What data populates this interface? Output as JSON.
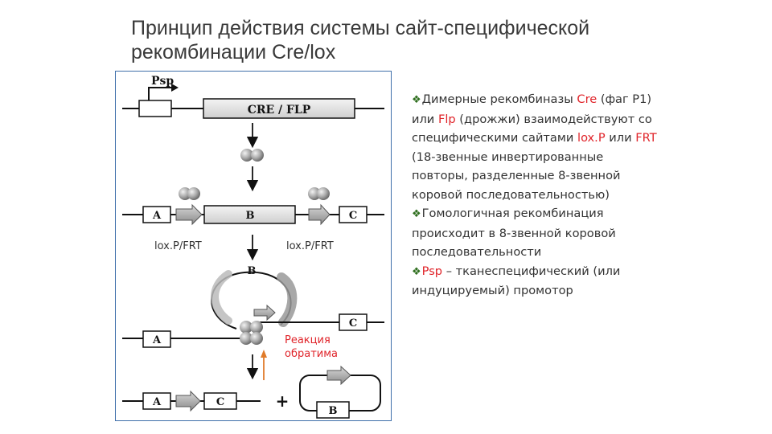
{
  "title": "Принцип действия системы сайт-специфической рекомбинации Cre/lox",
  "figure": {
    "promoter": "Psp",
    "gene": "CRE / FLP",
    "seg_a": "A",
    "seg_b": "B",
    "seg_c": "C",
    "site_left": "lox.P/FRT",
    "site_right": "lox.P/FRT",
    "reversible_1": "Реакция",
    "reversible_2": "обратима",
    "plus": "+"
  },
  "bullets": [
    {
      "marker": "❖",
      "parts": [
        {
          "t": "Димерные рекомбиназы "
        },
        {
          "t": "Cre",
          "hl": true
        },
        {
          "t": " (фаг Р1) или "
        },
        {
          "t": "Flp",
          "hl": true
        },
        {
          "t": " (дрожжи) взаимодействуют со специфическими сайтами "
        },
        {
          "t": "lox.P",
          "hl": true
        },
        {
          "t": " или "
        },
        {
          "t": "FRT",
          "hl": true
        },
        {
          "t": " (18-звенные инвертированные повторы, разделенные 8-звенной коровой последовательностью)"
        }
      ]
    },
    {
      "marker": "❖",
      "parts": [
        {
          "t": "Гомологичная рекомбинация происходит в 8-звенной коровой последовательности"
        }
      ]
    },
    {
      "marker": "❖",
      "parts": [
        {
          "t": "Psp",
          "hl": true
        },
        {
          "t": " – тканеспецифический (или индуцируемый) промотор"
        }
      ]
    }
  ],
  "colors": {
    "accent": "#e0242a",
    "frame": "#3f6faa",
    "bullet_marker": "#2e6e1e"
  }
}
